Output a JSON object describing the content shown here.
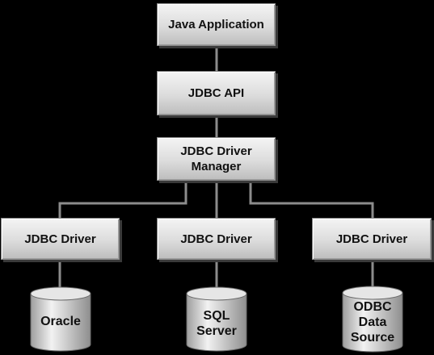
{
  "diagram": {
    "nodes": {
      "java_application": "Java Application",
      "jdbc_api": "JDBC API",
      "driver_manager": "JDBC Driver\nManager",
      "driver_left": "JDBC Driver",
      "driver_center": "JDBC Driver",
      "driver_right": "JDBC Driver"
    },
    "databases": {
      "oracle": "Oracle",
      "sql_server": "SQL\nServer",
      "odbc": "ODBC\nData\nSource"
    }
  },
  "colors": {
    "background": "#000000",
    "box_fill_top": "#f4f4f4",
    "box_fill_bottom": "#bdbdbd",
    "connector": "#8c8c8c",
    "text": "#111111"
  }
}
